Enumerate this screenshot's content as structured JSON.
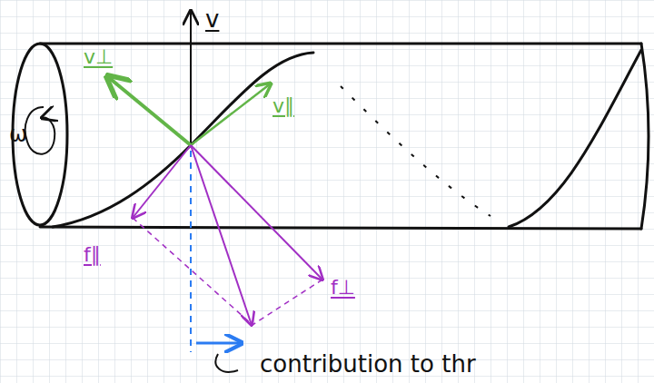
{
  "diagram": {
    "labels": [
      "v",
      "ω",
      "v⊥",
      "v∥",
      "f∥",
      "f⊥",
      "contribution to thr"
    ]
  }
}
